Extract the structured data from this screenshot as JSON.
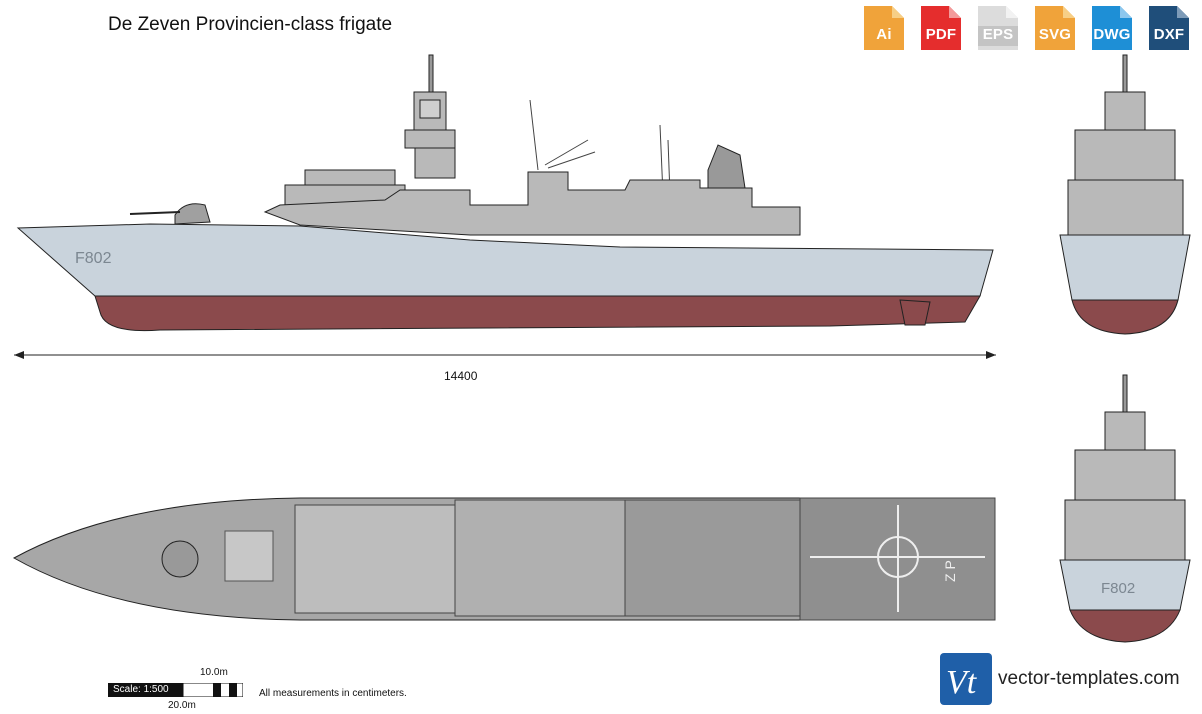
{
  "title": "De Zeven Provincien-class frigate",
  "formats": [
    {
      "label": "Ai",
      "color": "#f0a33a",
      "icon": "ai-file-icon"
    },
    {
      "label": "PDF",
      "color": "#e52d2d",
      "icon": "pdf-file-icon"
    },
    {
      "label": "EPS",
      "color": "#dcdcdc",
      "icon": "eps-file-icon"
    },
    {
      "label": "SVG",
      "color": "#f0a33a",
      "icon": "svg-file-icon"
    },
    {
      "label": "DWG",
      "color": "#1e8fd6",
      "icon": "dwg-file-icon"
    },
    {
      "label": "DXF",
      "color": "#1f4e7a",
      "icon": "dxf-file-icon"
    }
  ],
  "length_dimension": "14400",
  "hull_number": "F802",
  "hull_number_rear": "F802",
  "helideck_marks": "Z P",
  "scale": {
    "label": "Scale: 1:500",
    "top_length": "10.0m",
    "bottom_length": "20.0m",
    "note": "All measurements in centimeters."
  },
  "brand": {
    "logo_text": "Vt",
    "name": "vector-templates.com"
  },
  "watermark": "vector-templates.com",
  "colors": {
    "hull_upper": "#c9d3dc",
    "hull_lower": "#8b4a4c",
    "superstructure": "#b9b9b9",
    "deck": "#a7a7a7",
    "outline": "#222222"
  }
}
